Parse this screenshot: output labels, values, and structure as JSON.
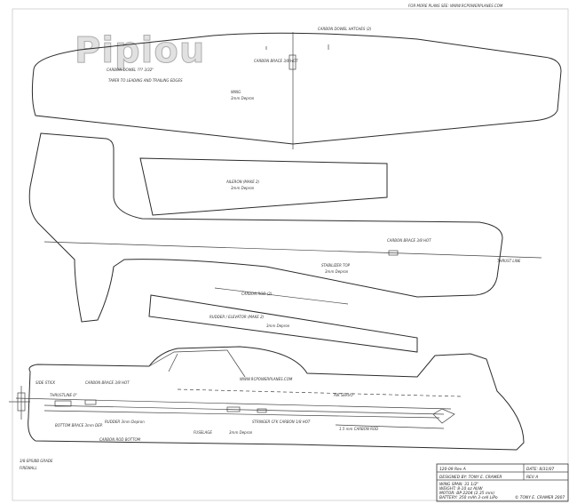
{
  "watermark": "Pipiou",
  "header_note": "FOR MORE PLANS SEE: WWW.RCPOWERPLANES.COM",
  "wing": {
    "carbon_dowel": "CARBON DOWEL ??? 3/32\"",
    "taper_note": "TAPER TO LEADING AND TRAILING EDGES",
    "carbon_brace": "CARBON BRACE 3/8 HOT",
    "carbon_dowel_hatches": "CARBON DOWEL HATCHES (2)",
    "name": "WING",
    "material": "3mm Depron"
  },
  "aileron": {
    "name": "AILERON (MAKE 2)",
    "material": "3mm Depron"
  },
  "stab": {
    "carbon_brace": "CARBON BRACE 3/8 HOT",
    "name": "STABILIZER TOP",
    "material": "3mm Depron",
    "dim_note": "THRUST LINE",
    "carbon_rod_note": "CARBON ROD (2)"
  },
  "elevator": {
    "name": "RUDDER / ELEVATOR (MAKE 2)",
    "material": "3mm Depron"
  },
  "fuselage": {
    "website": "WWW.RCPOWERPLANES.COM",
    "side_stick": "SIDE STICK",
    "thrustline": "THRUSTLINE 0°",
    "carbon_brace": "CARBON BRACE 3/8 HOT",
    "bottom_note": "BOTTOM BRACE 3mm DEP.",
    "rudder_note": "RUDDER 3mm Depron",
    "stringer": "STRINGER CFK CARBON 1/8 HOT",
    "carbon_rod": "1.5 mm CARBON ROD",
    "name": "FUSELAGE",
    "material": "3mm Depron",
    "carbon_bottom": "CARBON ROD BOTTOM",
    "motor_note": "3/8 EPS/BB GRADE",
    "firewall": "FIREWALL",
    "air_servo": "AIR SERVO"
  },
  "title_block": {
    "title": "120-09 Rev A",
    "date": "DATE: 8/31/07",
    "designer": "DESIGNED BY: TONY E. CRAMER",
    "rev": "REV A",
    "wingspan": "WING SPAN: 31 1/2\"",
    "weight": "WEIGHT: 8-10 oz AUW",
    "motor": "MOTOR: BP 2204 (2.35 mm)",
    "battery": "BATTERY: 350 mAh 3-cell LiPo",
    "copyright": "© TONY E. CRAMER 2007"
  }
}
